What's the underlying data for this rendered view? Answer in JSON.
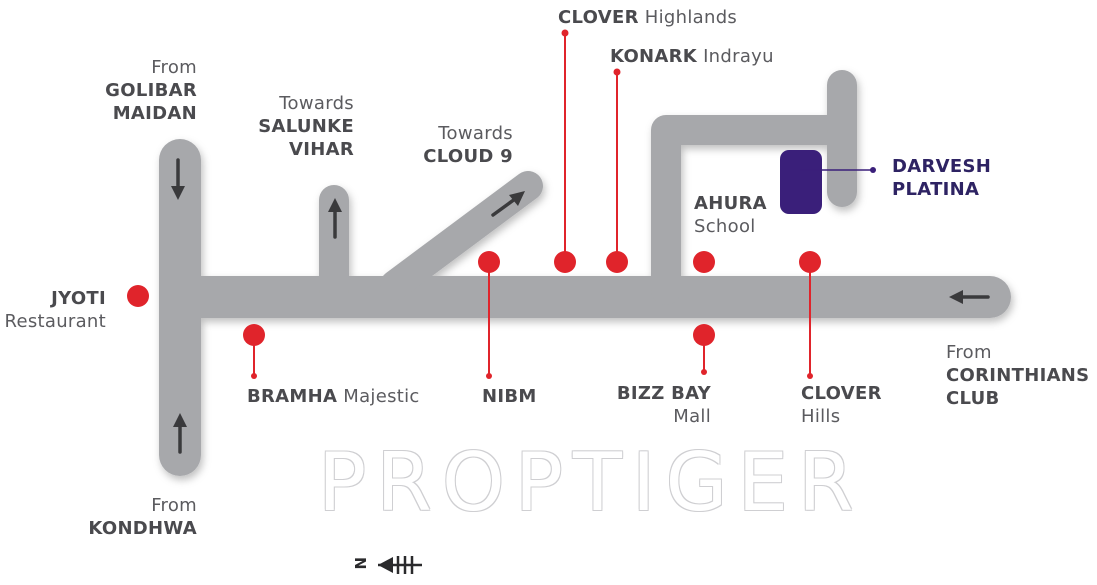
{
  "watermark": "PROPTIGER",
  "compass": {
    "letter": "N"
  },
  "colors": {
    "road": "#a7a8ab",
    "marker": "#e0242b",
    "destination": "#3a1f7a",
    "text": "#4a4a4e"
  },
  "labels": {
    "golibar": {
      "prefix": "From",
      "name1": "GOLIBAR",
      "name2": "MAIDAN"
    },
    "salunke": {
      "prefix": "Towards",
      "name1": "SALUNKE",
      "name2": "VIHAR"
    },
    "cloud9": {
      "prefix": "Towards",
      "name": "CLOUD 9"
    },
    "clover_highlands": {
      "bold": "CLOVER",
      "rest": "Highlands"
    },
    "konark": {
      "bold": "KONARK",
      "rest": "Indrayu"
    },
    "ahura": {
      "bold": "AHURA",
      "rest": "School"
    },
    "darvesh": {
      "name1": "DARVESH",
      "name2": "PLATINA"
    },
    "jyoti": {
      "bold": "JYOTI",
      "rest": "Restaurant"
    },
    "bramha": {
      "bold": "BRAMHA",
      "rest": "Majestic"
    },
    "nibm": {
      "bold": "NIBM"
    },
    "bizz_bay": {
      "bold": "BIZZ BAY",
      "rest": "Mall"
    },
    "clover_hills": {
      "bold": "CLOVER",
      "rest": "Hills"
    },
    "corinthians": {
      "prefix": "From",
      "name1": "CORINTHIANS",
      "name2": "CLUB"
    },
    "kondhwa": {
      "prefix": "From",
      "name": "KONDHWA"
    }
  }
}
